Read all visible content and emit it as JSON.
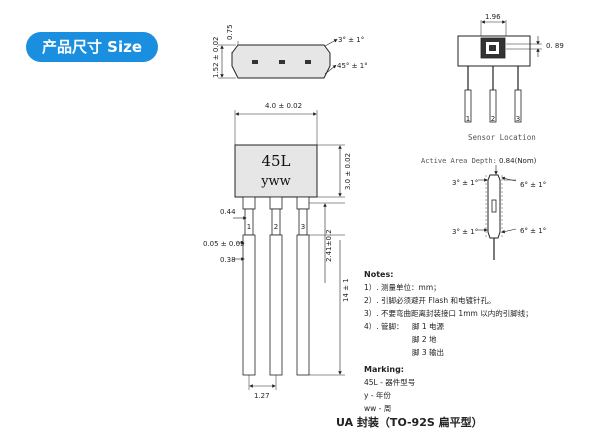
{
  "badge": "产品尺寸 Size",
  "top_view": {
    "h1": "1.52 ± 0.02",
    "h2": "0.75",
    "ang1": "3° ± 1°",
    "ang2": "45° ± 1°"
  },
  "front_view": {
    "width": "4.0 ± 0.02",
    "marking_line1": "45L",
    "marking_line2": "yww",
    "height": "3.0 ± 0.02",
    "lead_w": "0.44",
    "lead_gap": "0.05 ± 0.05",
    "lead_t": "0.38",
    "pin_len": "2.41±0.2",
    "total_len": "14 ± 1",
    "pitch": "1.27",
    "pins": [
      "1",
      "2",
      "3"
    ]
  },
  "sensor_view": {
    "width": "1.96",
    "offset": "0. 89",
    "label": "Sensor Location",
    "pins": [
      "1",
      "2",
      "3"
    ]
  },
  "side_view": {
    "title": "Active Area Depth:",
    "depth": "0.84(Nom)",
    "a1": "3° ± 1°",
    "a2": "6° ± 1°",
    "a3": "3° ± 1°",
    "a4": "6° ± 1°"
  },
  "notes": {
    "title": "Notes:",
    "n1": "1）. 测量单位：mm；",
    "n2": "2）. 引脚必须避开 Flash 和电镀针孔。",
    "n3": "3）. 不要弯曲距离封装接口 1mm 以内的引脚线；",
    "n4": "4）. 管脚：",
    "p1": "脚 1   电源",
    "p2": "脚 2   地",
    "p3": "脚 3   输出"
  },
  "marking": {
    "title": "Marking:",
    "m1": "45L  - 器件型号",
    "m2": "y  - 年份",
    "m3": "ww  - 周"
  },
  "caption": "UA 封装（TO-92S 扁平型）"
}
